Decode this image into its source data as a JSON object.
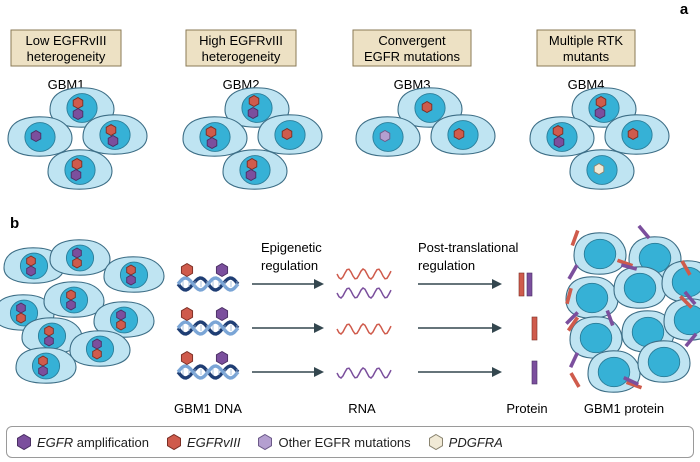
{
  "panel_a": {
    "letter": "a",
    "columns": [
      {
        "box_line1": "Low EGFRvIII",
        "box_line2": "heterogeneity",
        "label": "GBM1"
      },
      {
        "box_line1": "High EGFRvIII",
        "box_line2": "heterogeneity",
        "label": "GBM2"
      },
      {
        "box_line1": "Convergent",
        "box_line2": "EGFR mutations",
        "label": "GBM3"
      },
      {
        "box_line1": "Multiple RTK",
        "box_line2": "mutants",
        "label": "GBM4"
      }
    ]
  },
  "panel_b": {
    "letter": "b",
    "arrow1_line1": "Epigenetic",
    "arrow1_line2": "regulation",
    "arrow2_line1": "Post-translational",
    "arrow2_line2": "regulation",
    "label_dna": "GBM1 DNA",
    "label_rna": "RNA",
    "label_protein": "Protein",
    "label_gbm1_protein": "GBM1 protein"
  },
  "legend": {
    "items": [
      {
        "italic": "EGFR",
        "rest": " amplification"
      },
      {
        "italic": "EGFRvIII",
        "rest": ""
      },
      {
        "italic": "",
        "rest": "Other EGFR mutations"
      },
      {
        "italic": "PDGFRA",
        "rest": ""
      }
    ]
  },
  "colors": {
    "cell_fill": "#bfe4f2",
    "cell_stroke": "#3d6e86",
    "nucleus_fill": "#36b1d6",
    "amplification": "#7b4f9d",
    "egfrviii": "#cf5b4c",
    "other_mutation": "#b49fd0",
    "pdgfra": "#f1ead6",
    "label_box": "#ede1c4",
    "arrow": "#34474f"
  }
}
